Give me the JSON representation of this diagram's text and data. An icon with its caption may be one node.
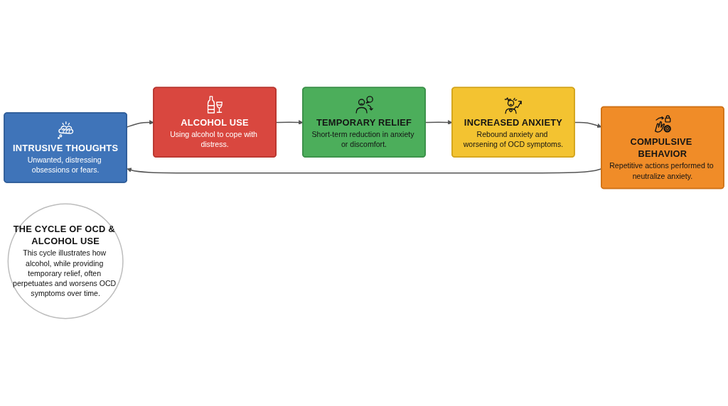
{
  "diagram": {
    "nodes": [
      {
        "text": [
          "INTRUSIVE THOUGHTS",
          "Unwanted, distressing obsessions or fears."
        ]
      },
      {
        "text": [
          "ALCOHOL USE",
          "Using alcohol to cope with distress."
        ]
      },
      {
        "text": [
          "TEMPORARY RELIEF",
          "Short-term reduction in anxiety or discomfort."
        ]
      },
      {
        "text": [
          "INCREASED ANXIETY",
          "Rebound anxiety and worsening of OCD symptoms."
        ]
      },
      {
        "text": [
          "COMPULSIVE BEHAVIOR",
          "Repetitive actions performed to neutralize anxiety."
        ]
      },
      {
        "text": [
          "THE CYCLE OF OCD & ALCOHOL USE",
          "This cycle illustrates how alcohol, while providing temporary relief, often perpetuates and worsens OCD symptoms over time."
        ]
      }
    ],
    "edges": [
      {
        "from": 0,
        "to": 1,
        "arrow": "to"
      },
      {
        "from": 1,
        "to": 2,
        "arrow": "to"
      },
      {
        "from": 2,
        "to": 3,
        "arrow": "to"
      },
      {
        "from": 3,
        "to": 4,
        "arrow": "to"
      },
      {
        "from": 4,
        "to": 0,
        "arrow": "to"
      }
    ]
  }
}
